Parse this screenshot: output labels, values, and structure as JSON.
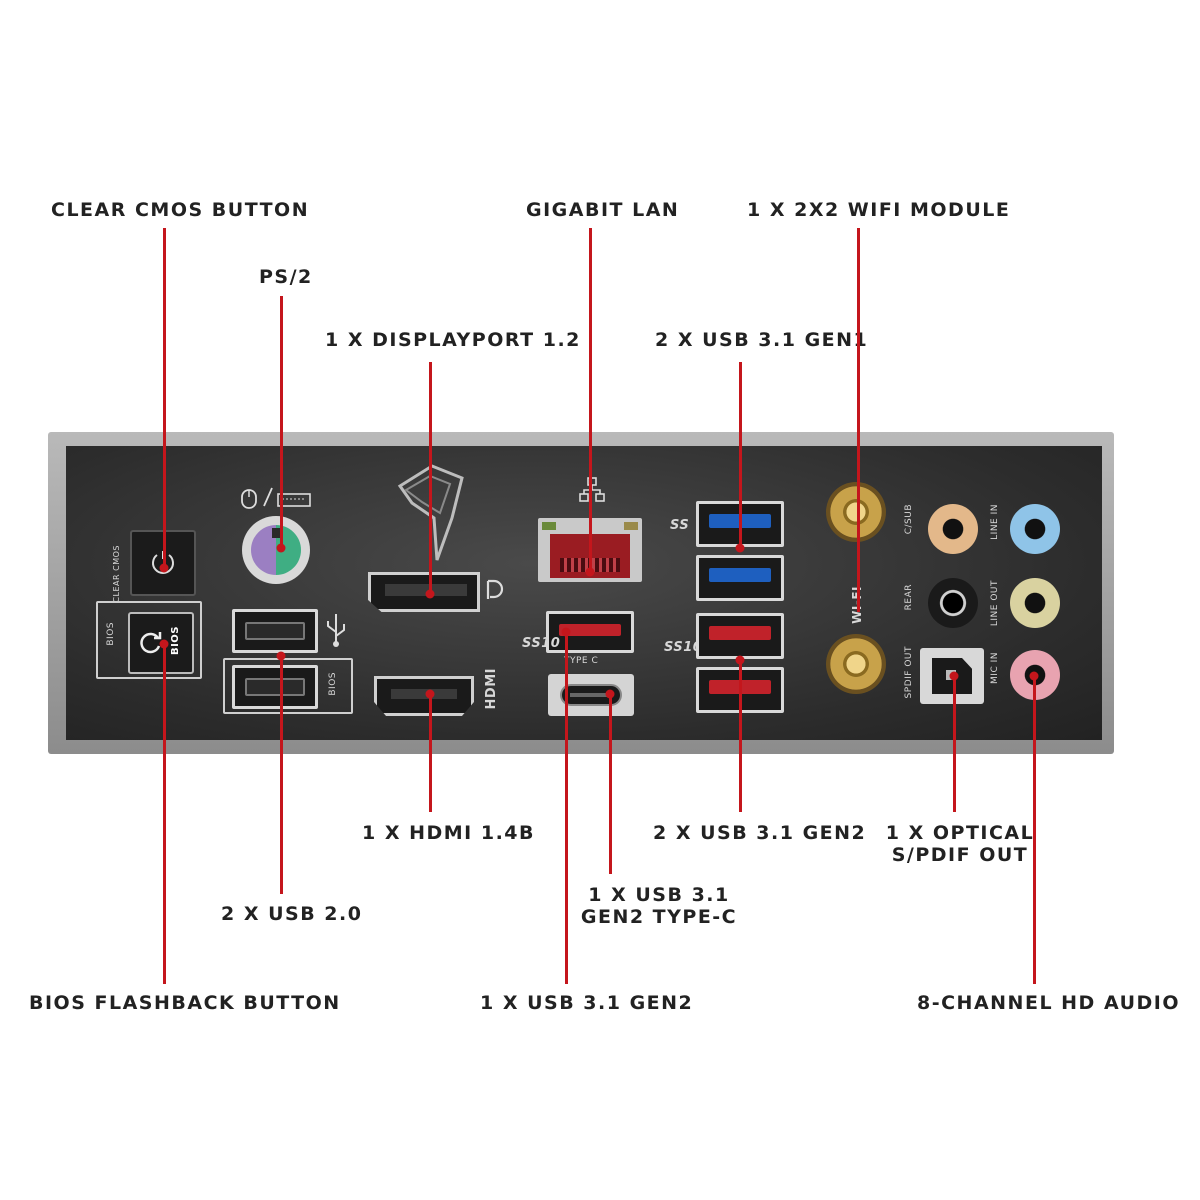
{
  "title": "",
  "callouts": {
    "clear_cmos": "CLEAR CMOS BUTTON",
    "ps2": "PS/2",
    "displayport": "1 X DISPLAYPORT 1.2",
    "gigabit_lan": "GIGABIT LAN",
    "wifi_module": "1 X 2X2 WIFI MODULE",
    "usb31_gen1": "2 X USB 3.1 GEN1",
    "hdmi": "1 X HDMI 1.4B",
    "usb31_gen2_pair": "2 X USB 3.1 GEN2",
    "optical_line1": "1 X OPTICAL",
    "optical_line2": "S/PDIF OUT",
    "usb31_typec_line1": "1 X USB 3.1",
    "usb31_typec_line2": "GEN2 TYPE-C",
    "usb20": "2 X USB 2.0",
    "bios_flashback": "BIOS FLASHBACK BUTTON",
    "usb31_gen2_single": "1 X USB 3.1 GEN2",
    "hd_audio": "8-CHANNEL HD AUDIO"
  },
  "panel_text": {
    "clear_cmos_label": "CLEAR CMOS",
    "bios_label": "BIOS",
    "bios_button": "BIOS",
    "bios_usb_label": "BIOS",
    "hdmi_label": "HDMI",
    "type_c_label": "TYPE C",
    "wifi_label": "WI-FI",
    "c_sub": "C/SUB",
    "line_in": "LINE IN",
    "rear": "REAR",
    "line_out": "LINE OUT",
    "spdif_out": "SPDIF OUT",
    "mic_in": "MIC IN",
    "ss10_a": "SS10",
    "ss10_b": "SS10",
    "ss": "SS"
  },
  "colors": {
    "leader": "#c4161c",
    "usb3_gen1": "#1e5fbf",
    "usb3_gen2": "#c0222a",
    "lan_jack": "#9a1c22",
    "jack_csub": "#e3b88a",
    "jack_linein": "#8fc4e8",
    "jack_rear": "#1a1a1a",
    "jack_lineout": "#d9d2a0",
    "jack_micin": "#e8a3b0",
    "ps2_purple": "#9b7fc2",
    "ps2_green": "#3fae83",
    "antenna_gold": "#c8a24a"
  }
}
